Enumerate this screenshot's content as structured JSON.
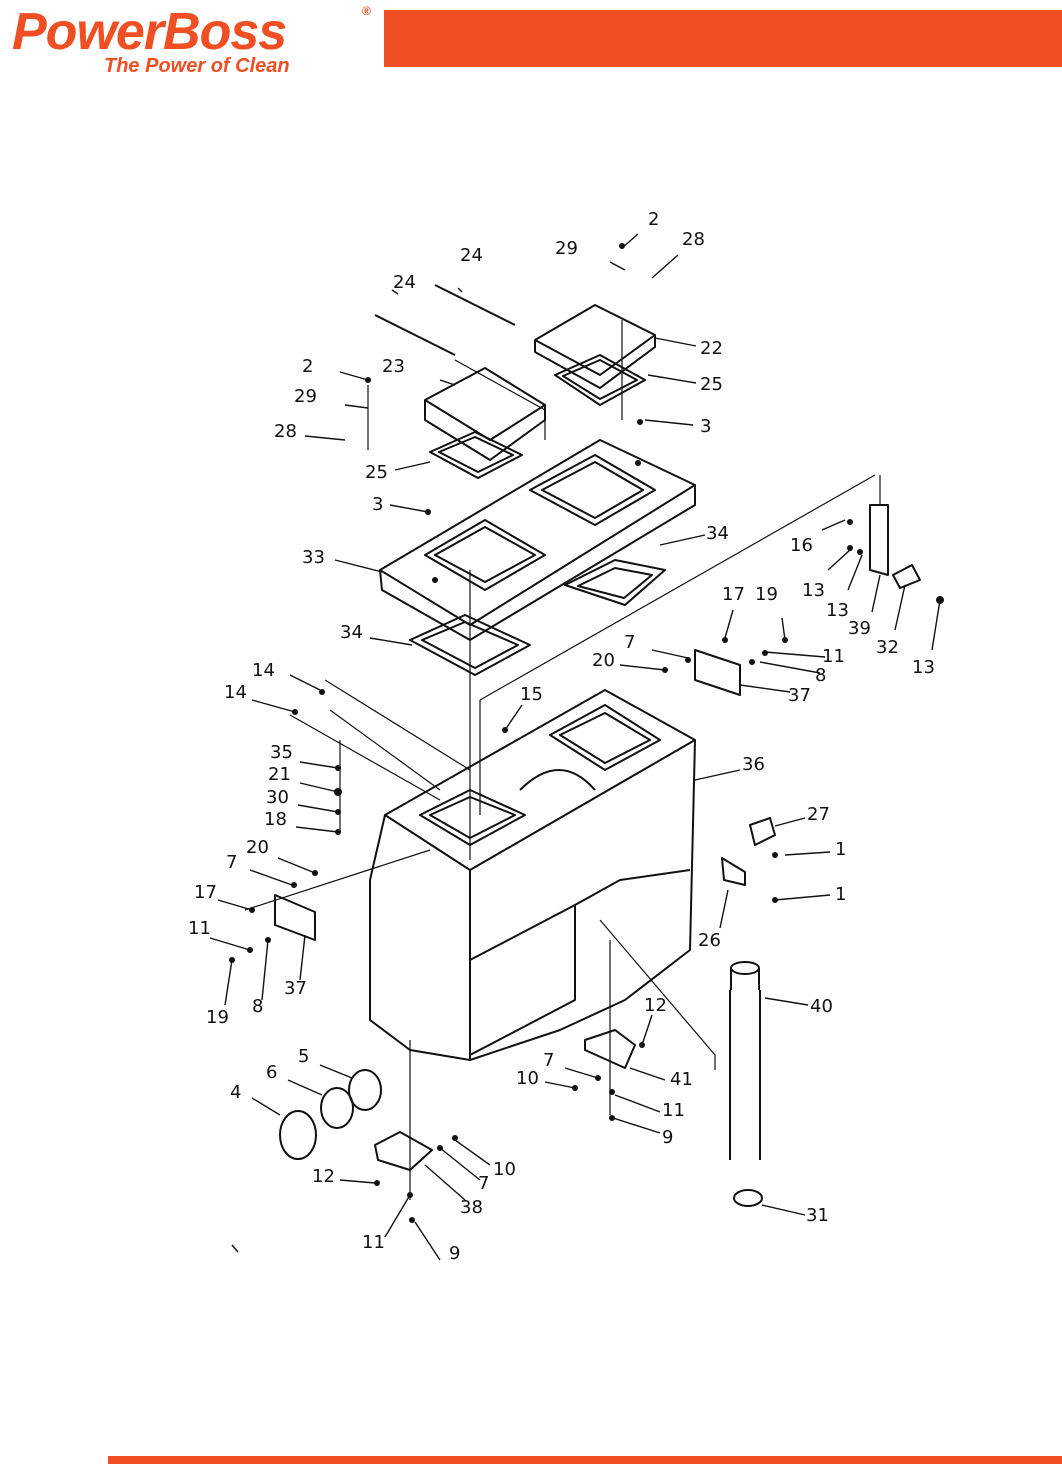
{
  "header": {
    "brand": "PowerBoss",
    "registered_mark": "®",
    "tagline": "The Power of Clean",
    "brand_color": "#f04e23"
  },
  "diagram": {
    "callouts": [
      "1",
      "2",
      "3",
      "4",
      "5",
      "6",
      "7",
      "8",
      "9",
      "10",
      "11",
      "12",
      "13",
      "14",
      "15",
      "16",
      "17",
      "18",
      "19",
      "20",
      "21",
      "22",
      "23",
      "24",
      "25",
      "26",
      "27",
      "28",
      "29",
      "30",
      "31",
      "32",
      "33",
      "34",
      "35",
      "36",
      "37",
      "38",
      "39",
      "40",
      "41"
    ]
  }
}
